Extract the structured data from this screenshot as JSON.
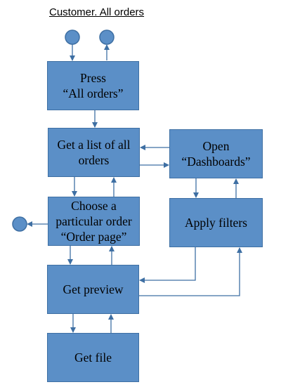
{
  "title": "Customer. All orders",
  "colors": {
    "box_fill": "#5b8fc7",
    "box_border": "#3e6fa3",
    "line": "#3e6fa3"
  },
  "nodes": {
    "press_all_orders": "Press\n“All orders”",
    "get_list": "Get a list of all\norders",
    "open_dashboards": "Open\n“Dashboards”",
    "choose_order": "Choose a\nparticular order\n“Order page”",
    "apply_filters": "Apply filters",
    "get_preview": "Get preview",
    "get_file": "Get file"
  }
}
